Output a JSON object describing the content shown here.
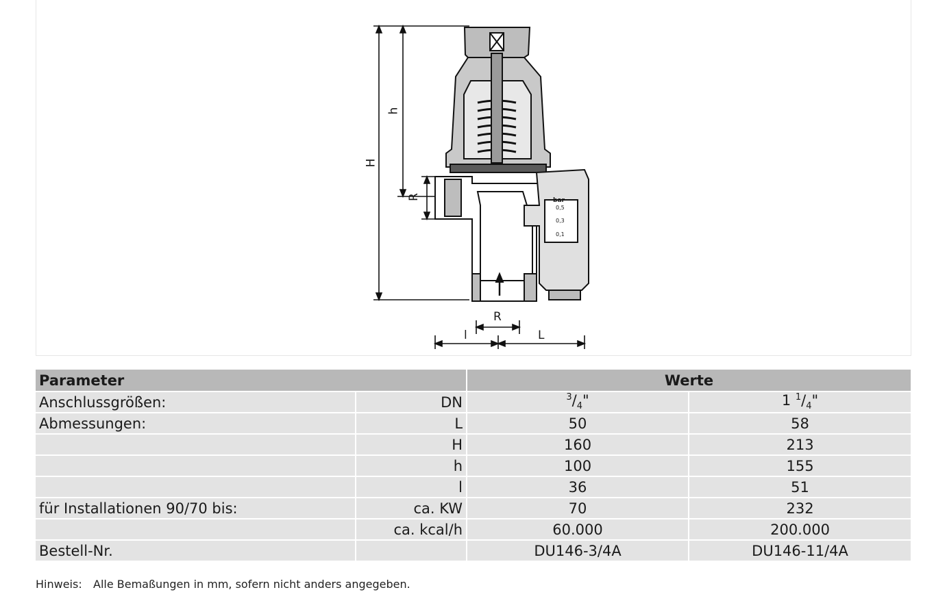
{
  "figure": {
    "dimension_labels": {
      "H": "H",
      "h": "h",
      "R_vertical": "R",
      "R_horizontal": "R",
      "l": "l",
      "L": "L"
    },
    "gauge": {
      "unit": "bar",
      "ticks": [
        "0,5",
        "0,3",
        "0,1"
      ]
    }
  },
  "table": {
    "header": {
      "parameter": "Parameter",
      "werte": "Werte"
    },
    "rows": [
      {
        "label": "Anschlussgrößen:",
        "unit": "DN",
        "v1": "",
        "v2": ""
      },
      {
        "label": "Abmessungen:",
        "unit": "L",
        "v1": "50",
        "v2": "58"
      },
      {
        "label": "",
        "unit": "H",
        "v1": "160",
        "v2": "213"
      },
      {
        "label": "",
        "unit": "h",
        "v1": "100",
        "v2": "155"
      },
      {
        "label": "",
        "unit": "l",
        "v1": "36",
        "v2": "51"
      },
      {
        "label": "für Installationen 90/70 bis:",
        "unit": "ca. KW",
        "v1": "70",
        "v2": "232"
      },
      {
        "label": "",
        "unit": "ca. kcal/h",
        "v1": "60.000",
        "v2": "200.000"
      },
      {
        "label": "Bestell-Nr.",
        "unit": "",
        "v1": "DU146-3/4A",
        "v2": "DU146-11/4A"
      }
    ],
    "dn_size_1": {
      "num": "3",
      "den": "4",
      "suffix": "\""
    },
    "dn_size_2": {
      "whole": "1",
      "num": "1",
      "den": "4",
      "suffix": "\""
    }
  },
  "note": {
    "key": "Hinweis:",
    "text": "Alle Bemaßungen in mm, sofern nicht anders angegeben."
  }
}
